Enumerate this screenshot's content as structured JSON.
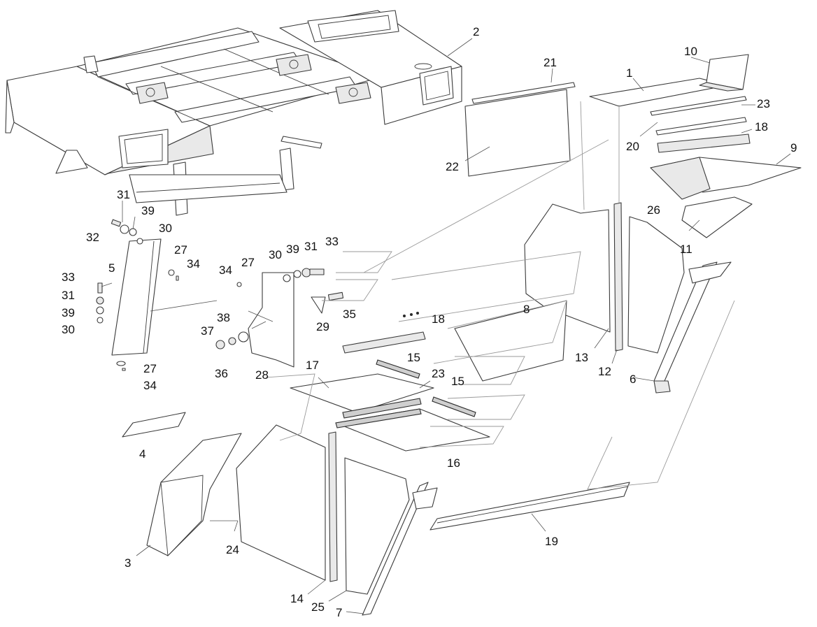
{
  "callouts": [
    {
      "id": "c2",
      "text": "2"
    },
    {
      "id": "c21",
      "text": "21"
    },
    {
      "id": "c10",
      "text": "10"
    },
    {
      "id": "c1",
      "text": "1"
    },
    {
      "id": "c23a",
      "text": "23"
    },
    {
      "id": "c18a",
      "text": "18"
    },
    {
      "id": "c20",
      "text": "20"
    },
    {
      "id": "c9",
      "text": "9"
    },
    {
      "id": "c22",
      "text": "22"
    },
    {
      "id": "c26",
      "text": "26"
    },
    {
      "id": "c11",
      "text": "11"
    },
    {
      "id": "c31a",
      "text": "31"
    },
    {
      "id": "c39a",
      "text": "39"
    },
    {
      "id": "c30a",
      "text": "30"
    },
    {
      "id": "c32",
      "text": "32"
    },
    {
      "id": "c27a",
      "text": "27"
    },
    {
      "id": "c34a",
      "text": "34"
    },
    {
      "id": "c5",
      "text": "5"
    },
    {
      "id": "c33a",
      "text": "33"
    },
    {
      "id": "c31b",
      "text": "31"
    },
    {
      "id": "c39b",
      "text": "39"
    },
    {
      "id": "c30b",
      "text": "30"
    },
    {
      "id": "c27b",
      "text": "27"
    },
    {
      "id": "c34b",
      "text": "34"
    },
    {
      "id": "c30c",
      "text": "30"
    },
    {
      "id": "c39c",
      "text": "39"
    },
    {
      "id": "c31c",
      "text": "31"
    },
    {
      "id": "c33b",
      "text": "33"
    },
    {
      "id": "c34c",
      "text": "34"
    },
    {
      "id": "c27c",
      "text": "27"
    },
    {
      "id": "c38",
      "text": "38"
    },
    {
      "id": "c29",
      "text": "29"
    },
    {
      "id": "c35",
      "text": "35"
    },
    {
      "id": "c37",
      "text": "37"
    },
    {
      "id": "c36",
      "text": "36"
    },
    {
      "id": "c18b",
      "text": "18"
    },
    {
      "id": "c8",
      "text": "8"
    },
    {
      "id": "c13",
      "text": "13"
    },
    {
      "id": "c12",
      "text": "12"
    },
    {
      "id": "c6",
      "text": "6"
    },
    {
      "id": "c15a",
      "text": "15"
    },
    {
      "id": "c17",
      "text": "17"
    },
    {
      "id": "c28",
      "text": "28"
    },
    {
      "id": "c23b",
      "text": "23"
    },
    {
      "id": "c15b",
      "text": "15"
    },
    {
      "id": "c4",
      "text": "4"
    },
    {
      "id": "c16",
      "text": "16"
    },
    {
      "id": "c24",
      "text": "24"
    },
    {
      "id": "c3",
      "text": "3"
    },
    {
      "id": "c19",
      "text": "19"
    },
    {
      "id": "c14",
      "text": "14"
    },
    {
      "id": "c25",
      "text": "25"
    },
    {
      "id": "c7",
      "text": "7"
    }
  ]
}
